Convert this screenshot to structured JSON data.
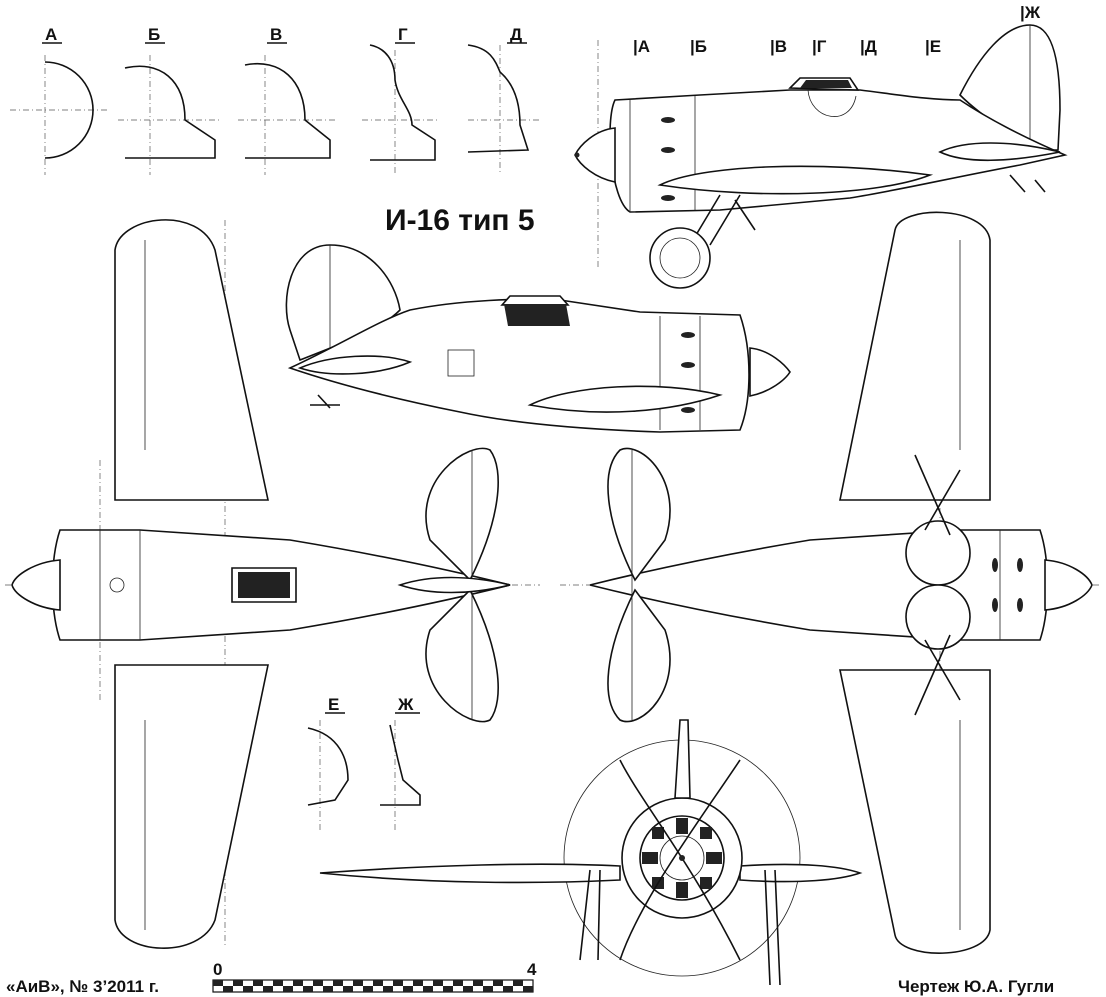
{
  "title": "И-16 тип 5",
  "section_labels_top": [
    "А",
    "Б",
    "В",
    "Г",
    "Д"
  ],
  "section_labels_bottom": [
    "Е",
    "Ж"
  ],
  "station_marks": [
    "|А",
    "|Б",
    "|В",
    "|Г",
    "|Д",
    "|Е",
    "|Ж"
  ],
  "scale_bar": {
    "start": "0",
    "end": "4"
  },
  "footer_left": "«АиВ», № 3’2011 г.",
  "footer_right": "Чертеж Ю.А. Гугли"
}
